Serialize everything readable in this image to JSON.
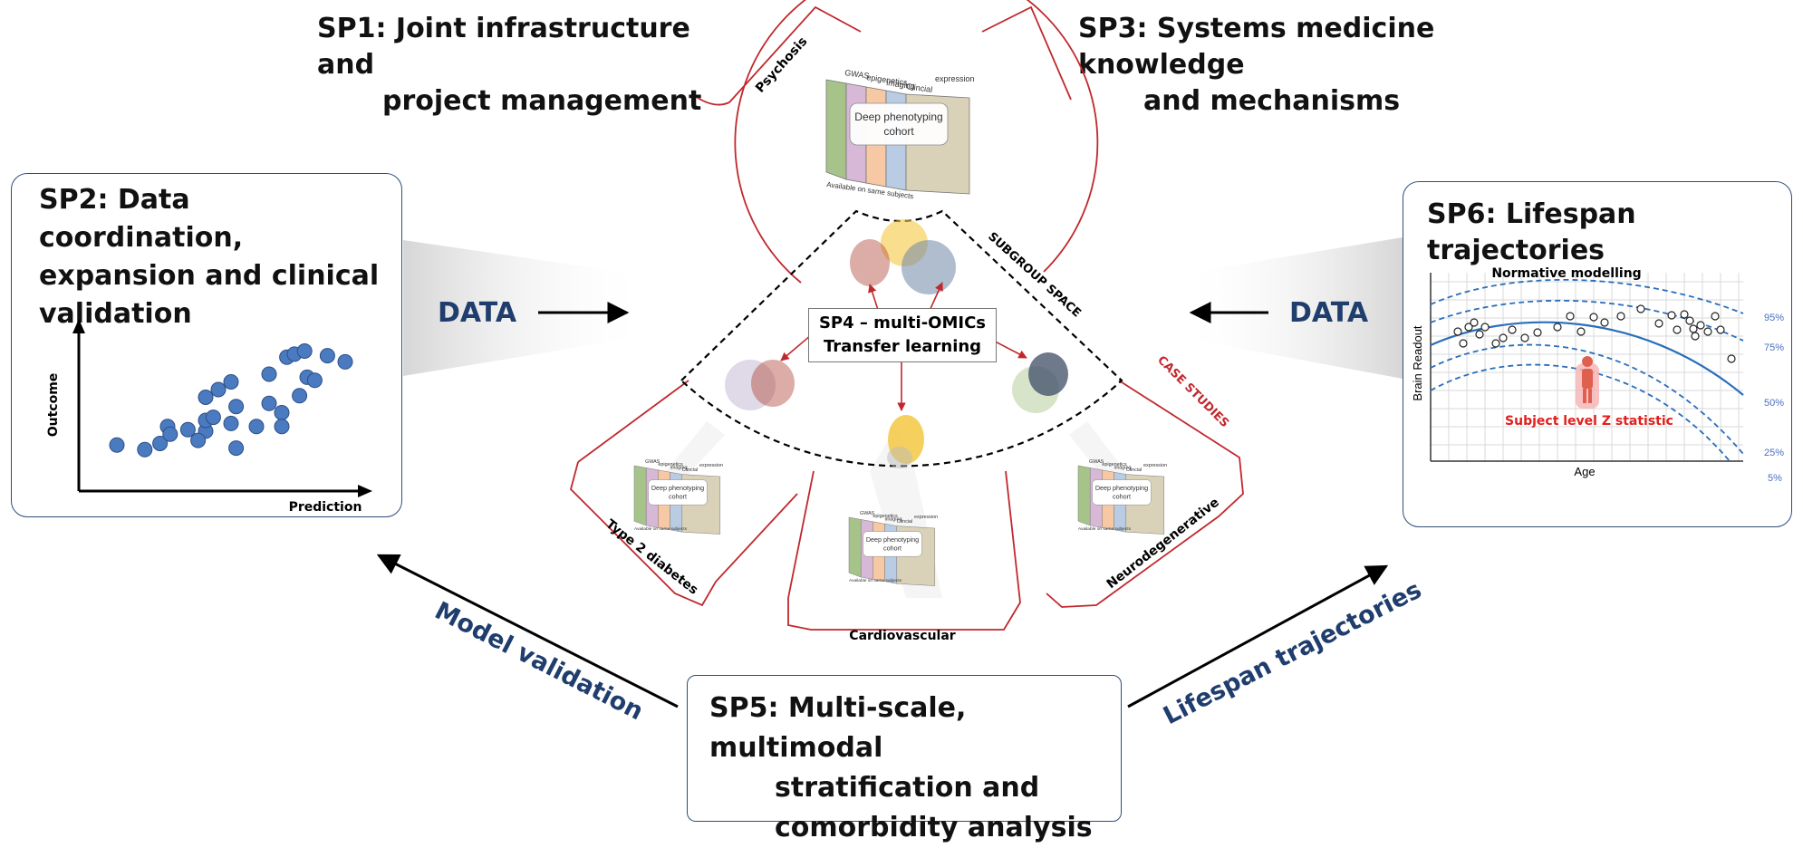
{
  "sp1": {
    "line1": "SP1: Joint infrastructure and",
    "line2": "project management"
  },
  "sp3": {
    "line1": "SP3: Systems medicine knowledge",
    "line2": "and mechanisms"
  },
  "sp2": {
    "line1": "SP2: Data coordination,",
    "line2": "expansion and clinical",
    "line3": "validation",
    "y_axis": "Outcome",
    "x_axis": "Prediction"
  },
  "sp6": {
    "title": "SP6: Lifespan trajectories",
    "chart_title": "Normative modelling",
    "y_axis": "Brain Readout",
    "x_axis": "Age",
    "annotation": "Subject level Z statistic",
    "percentiles": [
      "95%",
      "75%",
      "50%",
      "25%",
      "5%"
    ]
  },
  "data_left": "DATA",
  "data_right": "DATA",
  "sp4": {
    "line1": "SP4 – multi-OMICs",
    "line2": "Transfer learning"
  },
  "sp5": {
    "line1": "SP5: Multi-scale, multimodal",
    "line2": "stratification and",
    "line3": "comorbidity analysis"
  },
  "model_validation": "Model validation",
  "lifespan_trajectories": "Lifespan trajectories",
  "subgroup_space": "SUBGROUP SPACE",
  "case_studies": "CASE STUDIES",
  "cohort_labels": {
    "psychosis": "Psychosis",
    "type2": "Type 2 diabetes",
    "cardio": "Cardiovascular",
    "neuro": "Neurodegenerative"
  },
  "omics": {
    "layers": [
      "GWAS",
      "epigenetics",
      "imaging",
      "Clincial",
      "expression"
    ],
    "center_line1": "Deep phenotyping",
    "center_line2": "cohort",
    "bottom": "Available on same subjects"
  },
  "colors": {
    "accent_red": "#c0282d",
    "dark_blue": "#1f3d6d",
    "dot_blue": "#4a7ac0",
    "curve_blue": "#2a6ebb"
  },
  "sp2_scatter": {
    "x": [
      1.5,
      2.6,
      3.2,
      3.5,
      4.3,
      5.0,
      4.7,
      6.2,
      5.0,
      5.5,
      5.0,
      3.6,
      5.3,
      6.0,
      6.2,
      6.0,
      8.0,
      7.5,
      8.7,
      7.5,
      9.0,
      8.2,
      9.8,
      8.5,
      8.9,
      7.0,
      8.0,
      10.5,
      9.3
    ],
    "y": [
      2.4,
      2.1,
      2.5,
      3.6,
      3.4,
      3.3,
      2.7,
      2.2,
      5.5,
      6.0,
      4.0,
      3.1,
      4.2,
      3.8,
      4.9,
      6.5,
      4.5,
      5.1,
      5.6,
      7.0,
      6.8,
      8.1,
      8.2,
      8.3,
      8.5,
      3.6,
      3.6,
      7.8,
      6.6
    ]
  }
}
